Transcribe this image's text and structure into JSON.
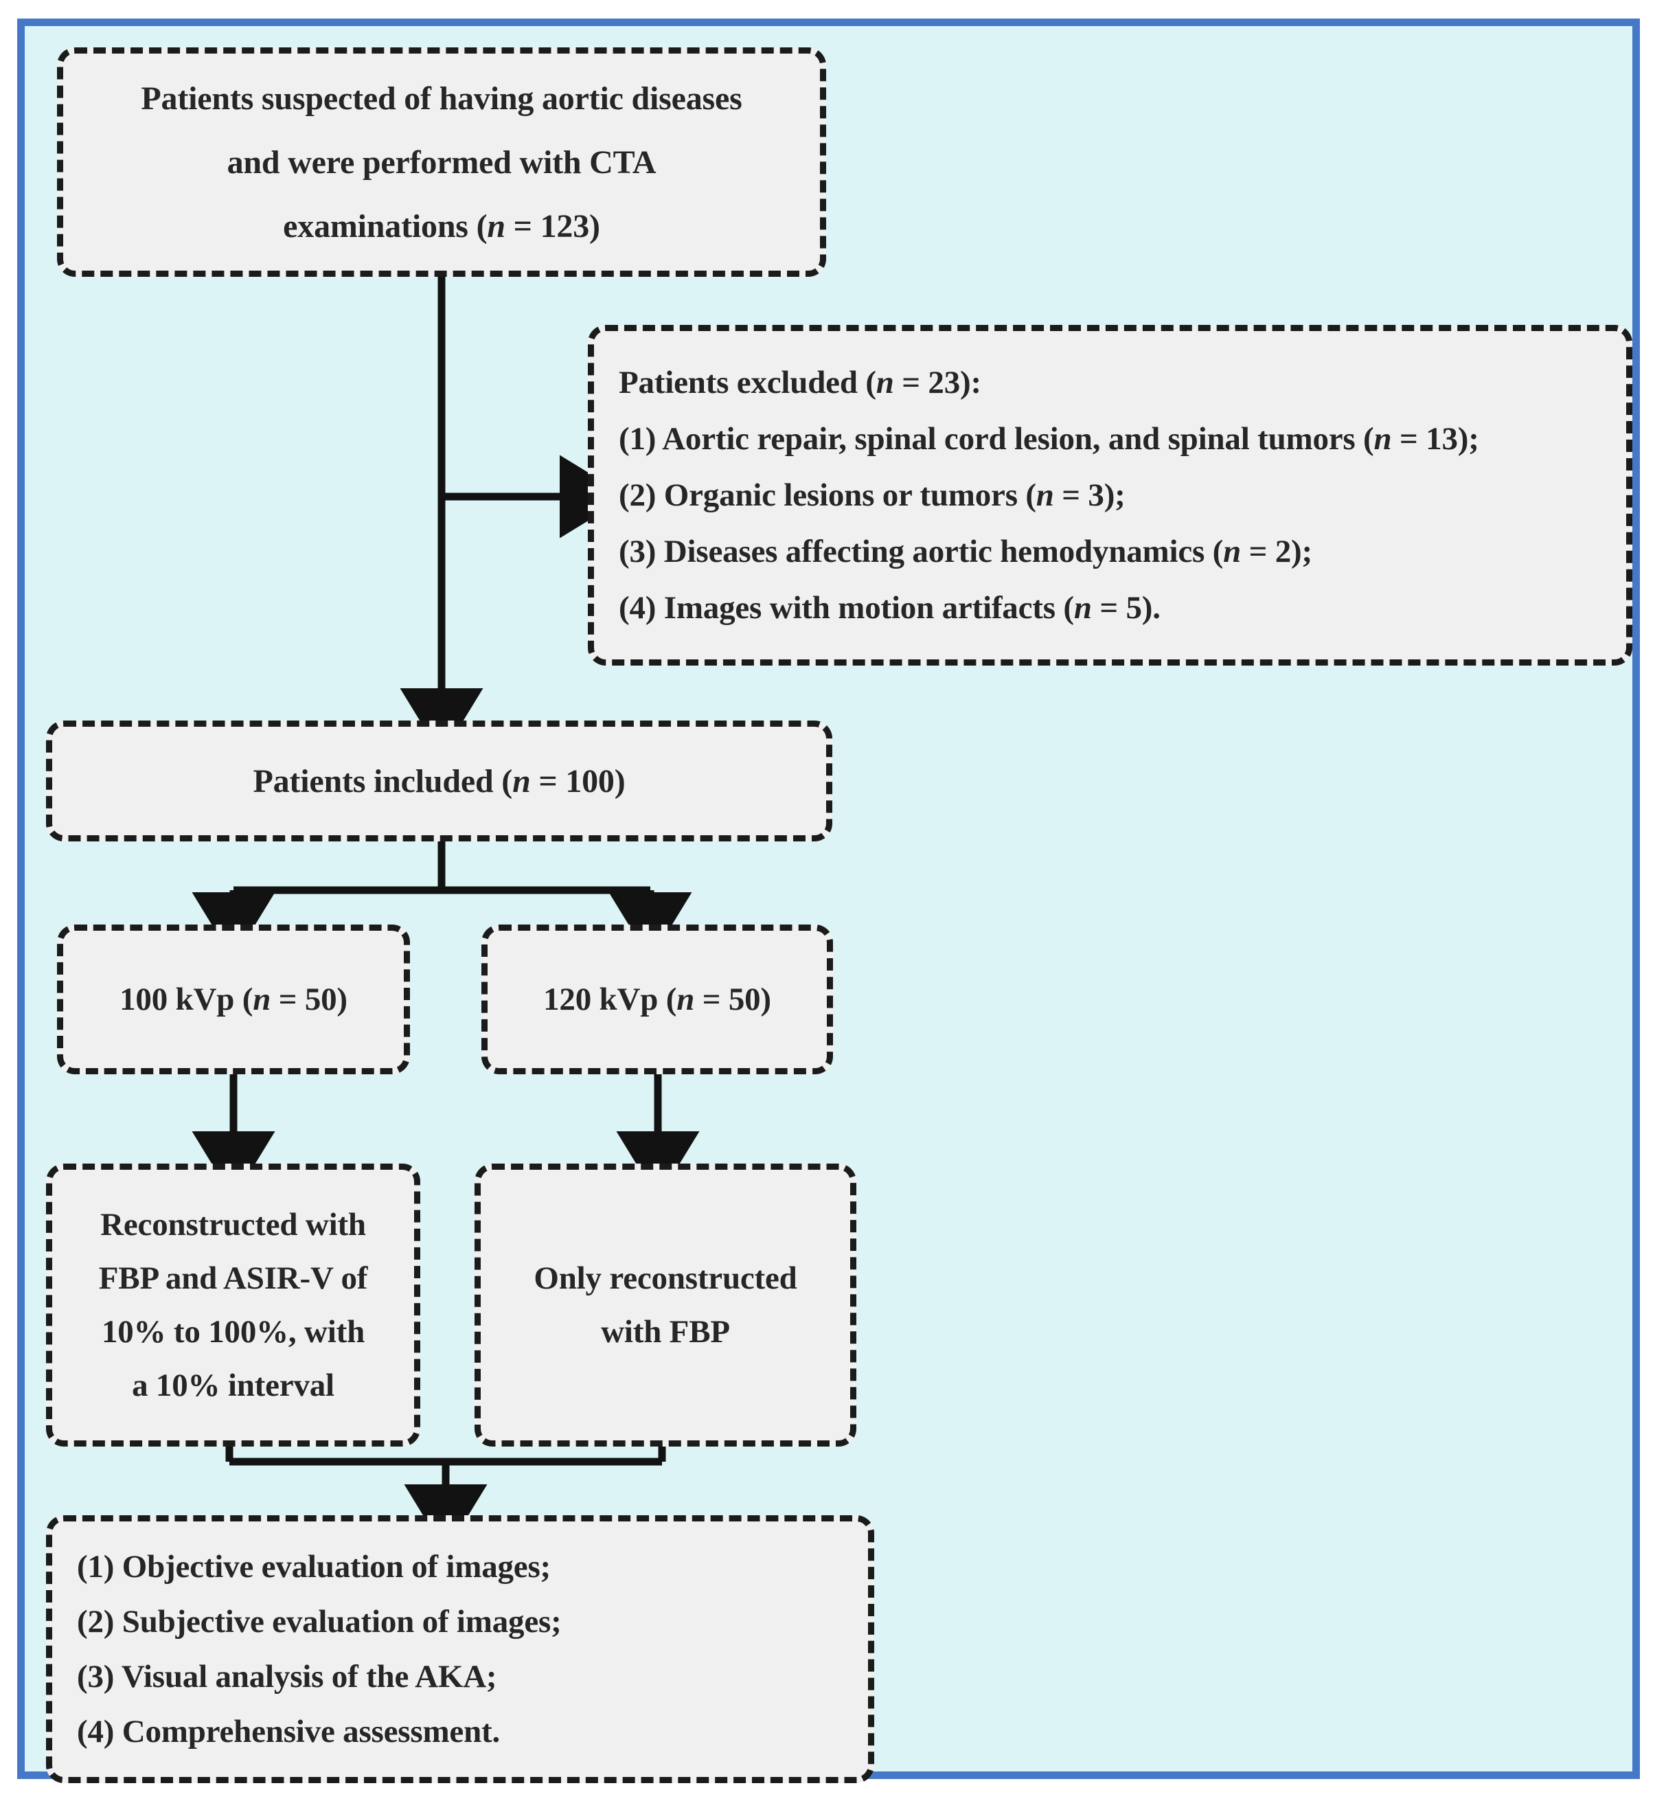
{
  "figure": {
    "type": "study-flowchart",
    "frame_color": "#4579c8",
    "background_color": "#dcf4f5",
    "node_fill_color": "#f1f0f1",
    "node_border_color": "#1b1b1b",
    "text_color": "#262626"
  },
  "nodes": {
    "suspected": {
      "name": "patients-suspected",
      "lines": [
        "Patients suspected of having aortic diseases",
        "and were performed with CTA",
        "examinations (n = 123)"
      ],
      "count_label": "n = 123",
      "count": 123
    },
    "excluded": {
      "name": "patients-excluded",
      "lines": [
        "Patients excluded (n = 23):",
        "(1) Aortic repair, spinal cord lesion, and spinal tumors (n = 13);",
        "(2) Organic lesions or tumors (n = 3);",
        "(3) Diseases affecting aortic hemodynamics (n = 2);",
        "(4) Images with motion artifacts (n = 5)."
      ],
      "count": 23,
      "reasons": [
        {
          "index": "(1)",
          "text": "Aortic repair, spinal cord lesion, and spinal tumors",
          "n": 13
        },
        {
          "index": "(2)",
          "text": "Organic lesions or tumors",
          "n": 3
        },
        {
          "index": "(3)",
          "text": "Diseases affecting aortic hemodynamics",
          "n": 2
        },
        {
          "index": "(4)",
          "text": "Images with motion artifacts",
          "n": 5
        }
      ]
    },
    "included": {
      "name": "patients-included",
      "lines": [
        "Patients included (n = 100)"
      ],
      "count": 100
    },
    "kvp_100": {
      "name": "protocol-100-kvp",
      "lines": [
        "100 kVp (n = 50)"
      ],
      "kvp": 100,
      "count": 50
    },
    "kvp_120": {
      "name": "protocol-120-kvp",
      "lines": [
        "120 kVp (n = 50)"
      ],
      "kvp": 120,
      "count": 50
    },
    "recon_asirv": {
      "name": "reconstruction-fbp-asirv",
      "lines": [
        "Reconstructed with",
        "FBP and ASIR-V of",
        "10% to 100%, with",
        "a 10% interval"
      ]
    },
    "recon_fbp": {
      "name": "reconstruction-fbp-only",
      "lines": [
        "Only reconstructed",
        "with FBP"
      ]
    },
    "analysis": {
      "name": "analysis-steps",
      "lines": [
        "(1) Objective evaluation of images;",
        "(2) Subjective evaluation of images;",
        "(3) Visual analysis of the AKA;",
        "(4) Comprehensive assessment."
      ],
      "steps": [
        {
          "index": "(1)",
          "text": "Objective evaluation of images"
        },
        {
          "index": "(2)",
          "text": "Subjective evaluation of images"
        },
        {
          "index": "(3)",
          "text": "Visual analysis of the AKA"
        },
        {
          "index": "(4)",
          "text": "Comprehensive assessment"
        }
      ]
    }
  },
  "edges": [
    {
      "name": "suspected-to-included",
      "from": "suspected",
      "to": "included",
      "style": "straight-down-arrow"
    },
    {
      "name": "suspected-to-excluded",
      "from": "suspected",
      "to": "excluded",
      "style": "branch-right-arrow"
    },
    {
      "name": "included-to-kvp-100",
      "from": "included",
      "to": "kvp_100",
      "style": "split-down-arrow"
    },
    {
      "name": "included-to-kvp-120",
      "from": "included",
      "to": "kvp_120",
      "style": "split-down-arrow"
    },
    {
      "name": "kvp-100-to-recon-asirv",
      "from": "kvp_100",
      "to": "recon_asirv",
      "style": "straight-down-arrow"
    },
    {
      "name": "kvp-120-to-recon-fbp",
      "from": "kvp_120",
      "to": "recon_fbp",
      "style": "straight-down-arrow"
    },
    {
      "name": "recons-to-analysis",
      "from": "recon_asirv,recon_fbp",
      "to": "analysis",
      "style": "merge-down-arrow"
    }
  ]
}
